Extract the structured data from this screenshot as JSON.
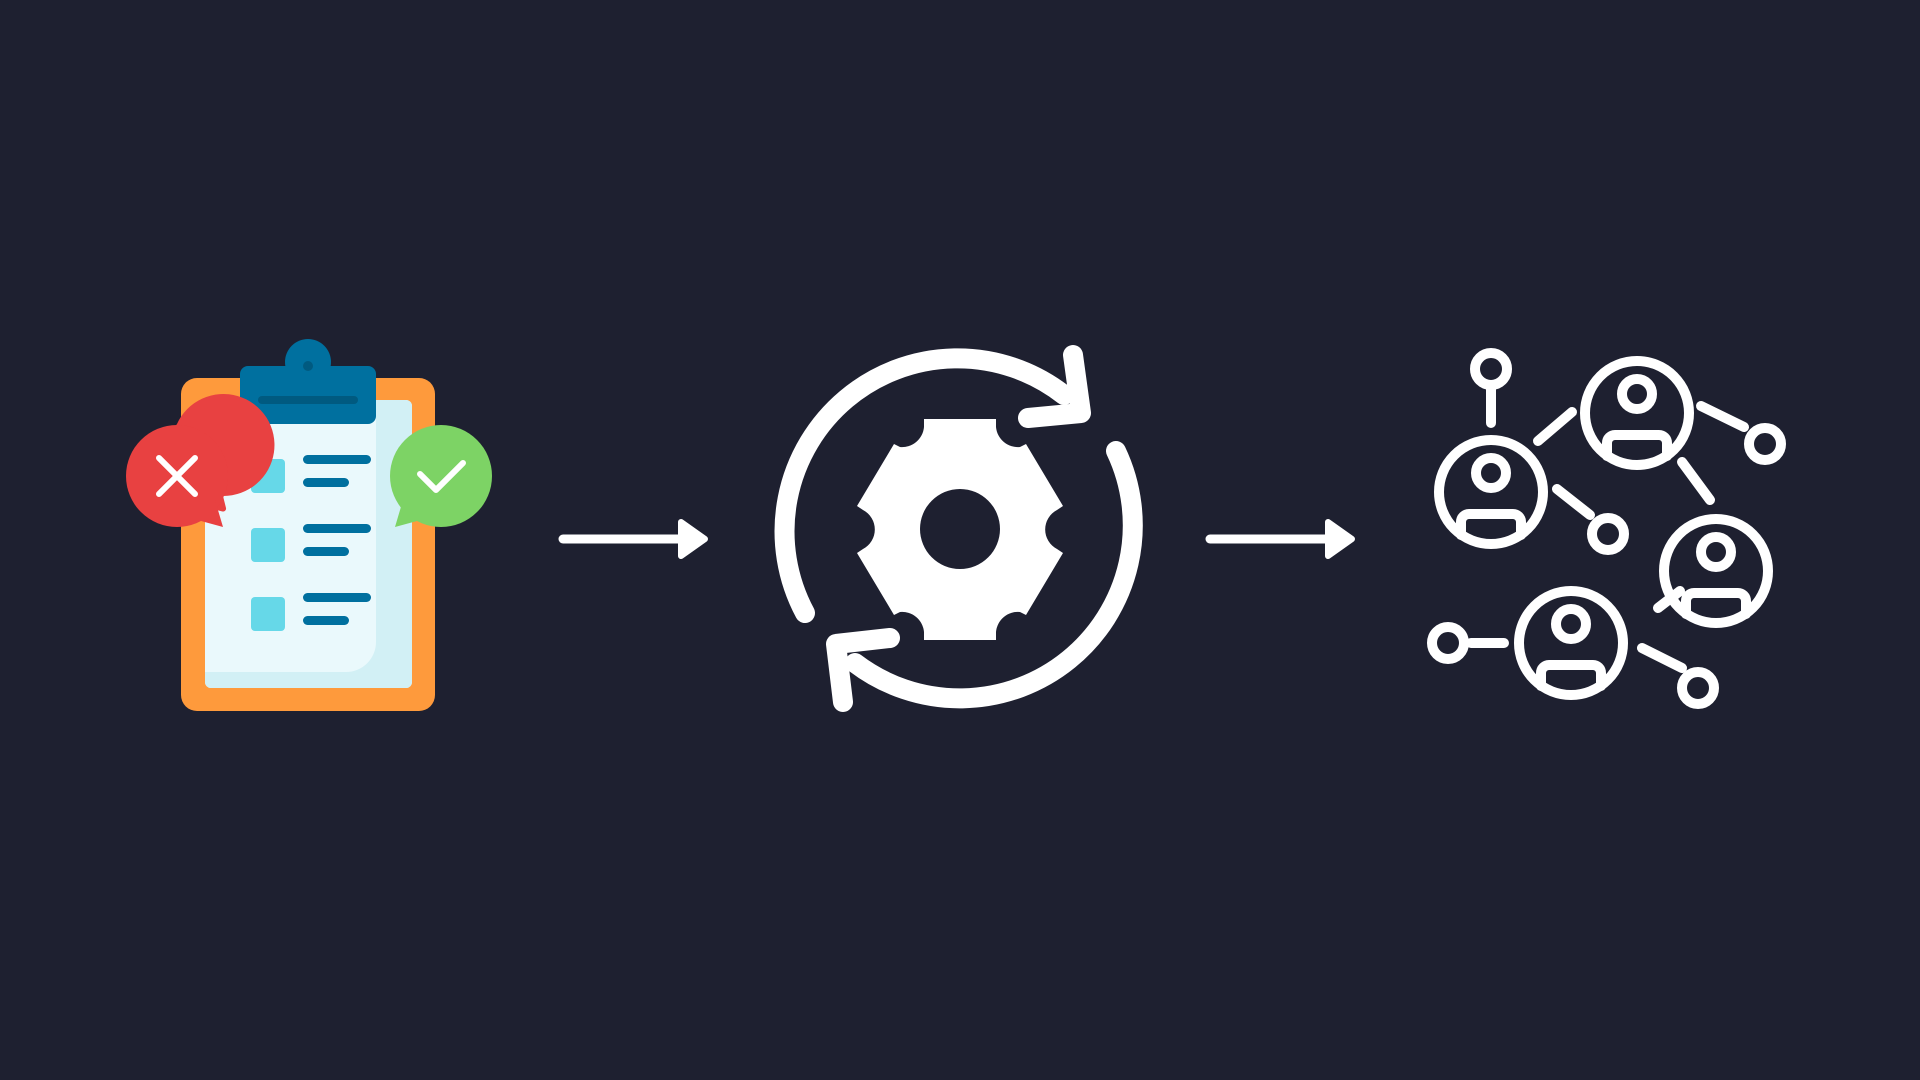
{
  "colors": {
    "background": "#1e2030",
    "white": "#ffffff",
    "clipboard_border": "#fe9a3c",
    "clipboard_paper": "#eaf9fc",
    "clipboard_clip": "#00709f",
    "checkbox": "#66d8e8",
    "text_line": "#00709f",
    "reject_bubble": "#e84141",
    "approve_bubble": "#7dd365"
  },
  "icons": {
    "checklist": "clipboard-checklist-icon",
    "reject": "x-mark-icon",
    "approve": "checkmark-icon",
    "process": "gear-cycle-icon",
    "network": "user-network-icon",
    "arrow": "right-arrow-icon"
  },
  "steps": [
    {
      "id": "review",
      "icon": "clipboard-checklist-icon"
    },
    {
      "id": "process",
      "icon": "gear-cycle-icon"
    },
    {
      "id": "distribute",
      "icon": "user-network-icon"
    }
  ]
}
